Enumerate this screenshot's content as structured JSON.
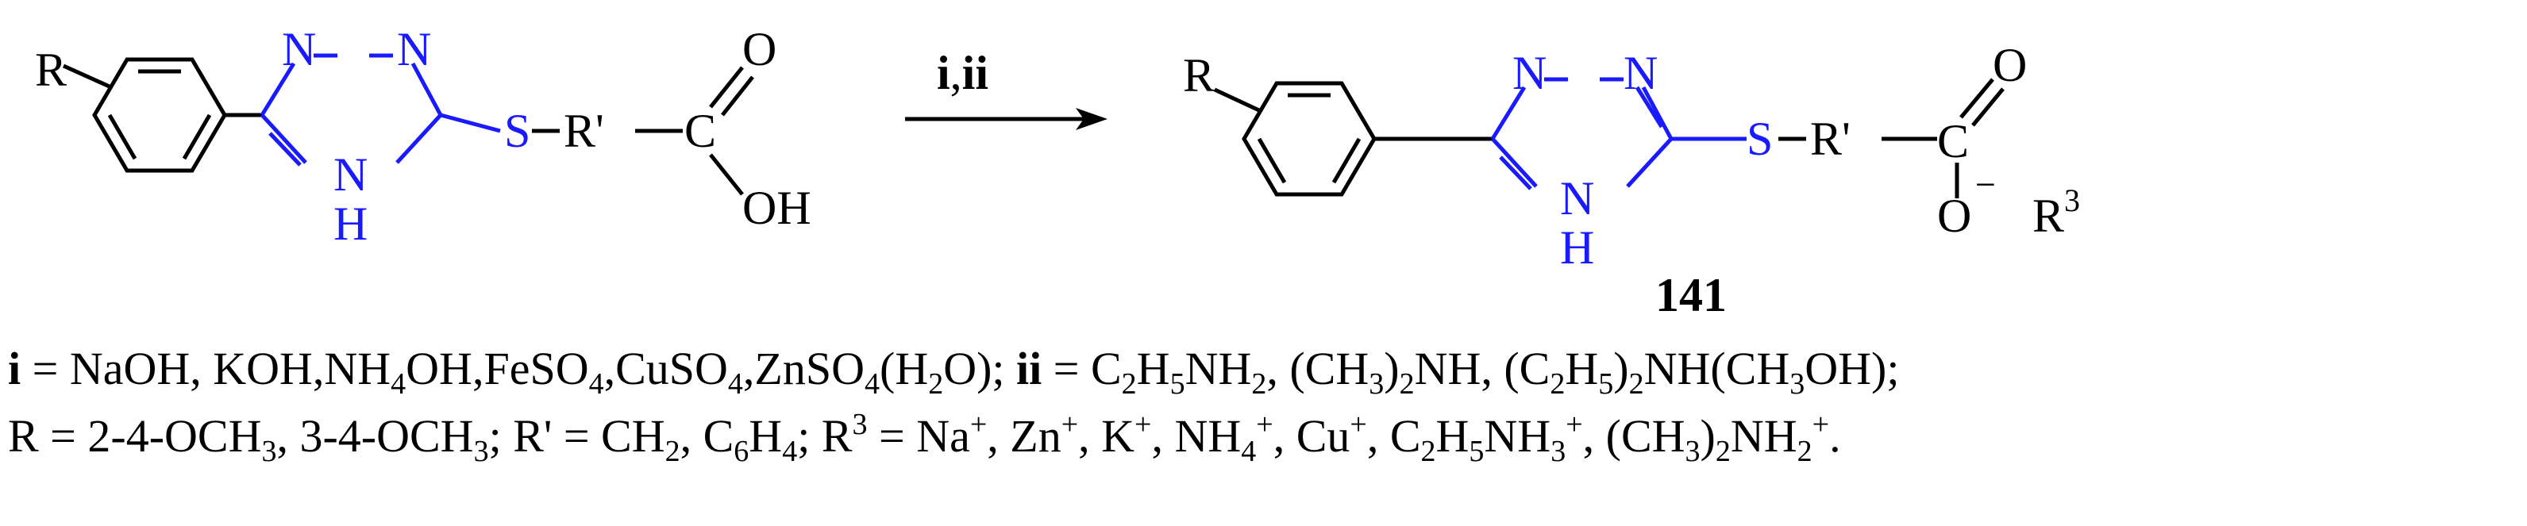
{
  "reactant": {
    "R": "R",
    "N": "N",
    "NH_N": "N",
    "NH_H": "H",
    "S": "S",
    "Rp": "R'",
    "C": "C",
    "O": "O",
    "OH": "OH"
  },
  "arrow": {
    "label_i": "i",
    "comma": ",",
    "label_ii": "ii"
  },
  "product": {
    "R": "R",
    "N": "N",
    "NH_N": "N",
    "NH_H": "H",
    "S": "S",
    "Rp": "R'",
    "C": "C",
    "O": "O",
    "Ominus_O": "O",
    "Ominus_sign": "−",
    "R3": "R",
    "R3_sup": "3",
    "compound_number": "141"
  },
  "colors": {
    "triazole": "#1a1aff",
    "text": "#000000"
  },
  "conditions": {
    "line1": {
      "i_label": "i",
      "i_text_a": " = NaOH, KOH,NH",
      "i_sub1": "4",
      "i_text_b": "OH,FeSO",
      "i_sub2": "4",
      "i_text_c": ",CuSO",
      "i_sub3": "4",
      "i_text_d": ",ZnSO",
      "i_sub4": "4",
      "i_text_e": "(H",
      "i_sub5": "2",
      "i_text_f": "O); ",
      "ii_label": "ii",
      "ii_text_a": " = C",
      "ii_sub1": "2",
      "ii_text_b": "H",
      "ii_sub2": "5",
      "ii_text_c": "NH",
      "ii_sub3": "2",
      "ii_text_d": ", (CH",
      "ii_sub4": "3",
      "ii_text_e": ")",
      "ii_sub5": "2",
      "ii_text_f": "NH, (C",
      "ii_sub6": "2",
      "ii_text_g": "H",
      "ii_sub7": "5",
      "ii_text_h": ")",
      "ii_sub8": "2",
      "ii_text_i": "NH(CH",
      "ii_sub9": "3",
      "ii_text_j": "OH);"
    },
    "line2": {
      "t1": "R = 2-4-OCH",
      "s1": "3",
      "t2": ", 3-4-OCH",
      "s2": "3",
      "t3": "; R' = CH",
      "s3": "2",
      "t4": ", C",
      "s4": "6",
      "t5": "H",
      "s5": "4",
      "t6": "; R",
      "p6": "3",
      "t7": " = Na",
      "p7": "+",
      "t8": ", Zn",
      "p8": "+",
      "t9": ", K",
      "p9": "+",
      "t10": ", NH",
      "s10": "4",
      "p10": "+",
      "t11": ", Cu",
      "p11": "+",
      "t12": ", C",
      "s12": "2",
      "t13": "H",
      "s13": "5",
      "t14": "NH",
      "s14": "3",
      "p14": "+",
      "t15": ", (CH",
      "s15": "3",
      "t16": ")",
      "s16": "2",
      "t17": "NH",
      "s17": "2",
      "p17": "+",
      "t18": "."
    }
  }
}
